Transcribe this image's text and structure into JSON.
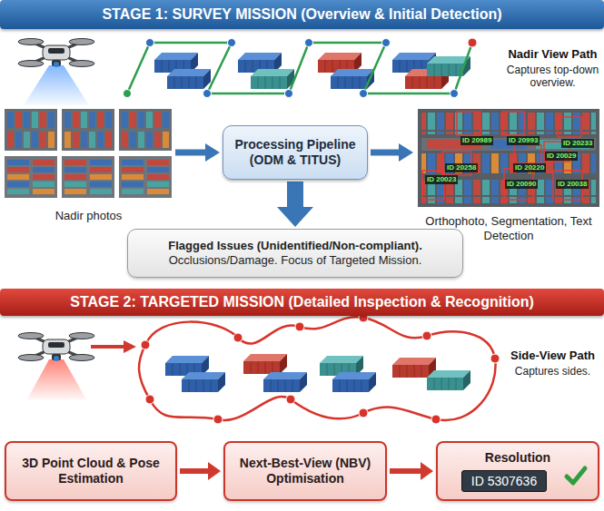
{
  "diagram": {
    "nodes": [
      {
        "text": [
          "STAGE 1: SURVEY MISSION (Overview & Initial Detection)"
        ]
      },
      {
        "text": [
          "Nadir photos"
        ]
      },
      {
        "text": [
          "Processing Pipeline (ODM & TITUS)"
        ]
      },
      {
        "text": [
          "Orthophoto, Segmentation, Text Detection"
        ]
      },
      {
        "text": [
          "Flagged Issues (Unidentified/Non-compliant).",
          "Occlusions/Damage. Focus of Targeted Mission."
        ]
      },
      {
        "text": [
          "STAGE 2: TARGETED MISSION (Detailed Inspection & Recognition)"
        ]
      },
      {
        "text": [
          "3D Point Cloud & Pose Estimation"
        ]
      },
      {
        "text": [
          "Next-Best-View (NBV) Optimisation"
        ]
      },
      {
        "text": [
          "Resolution",
          "ID 5307636"
        ]
      }
    ],
    "edges": [
      {
        "from": 1,
        "to": 2,
        "arrow": "to"
      },
      {
        "from": 2,
        "to": 3,
        "arrow": "to"
      },
      {
        "from": 2,
        "to": 4,
        "arrow": "to"
      },
      {
        "from": 6,
        "to": 7,
        "arrow": "to"
      },
      {
        "from": 7,
        "to": 8,
        "arrow": "to"
      }
    ],
    "labels": [
      "Nadir View Path",
      "Captures top-down overview.",
      "ID 20989",
      "ID 20993",
      "ID 20233",
      "ID 20029",
      "ID 20220",
      "ID 20258",
      "ID 20023",
      "ID 20090",
      "ID 20038",
      "Side-View Path",
      "Captures sides."
    ]
  }
}
